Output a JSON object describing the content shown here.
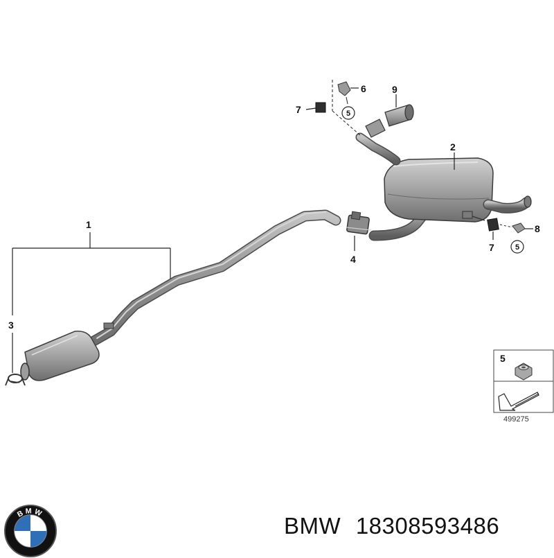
{
  "callouts": {
    "c1": "1",
    "c2": "2",
    "c3": "3",
    "c4": "4",
    "c6": "6",
    "c7a": "7",
    "c7b": "7",
    "c8": "8",
    "c9": "9",
    "c5a": "5",
    "c5b": "5"
  },
  "legend": {
    "part_number": "5",
    "ref_code": "499275"
  },
  "footer": {
    "brand": "BMW",
    "part_number": "18308593486"
  },
  "logo": {
    "text": "BMW",
    "colors": {
      "blue": "#2f6fb7",
      "ring": "#111111",
      "white": "#ffffff"
    }
  },
  "colors": {
    "pipe": "#8a8a8a",
    "pipe_dark": "#5d5d5d",
    "pipe_light": "#b9b9b9",
    "line": "#222222"
  }
}
